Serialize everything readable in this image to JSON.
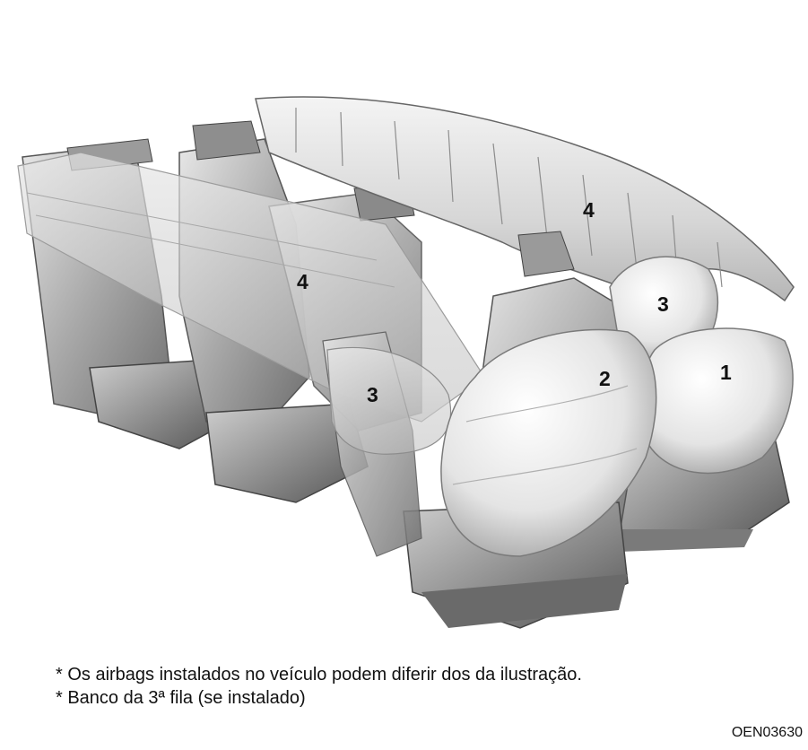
{
  "figure": {
    "callouts": {
      "side_curtain_top": "4",
      "side_curtain_rear": "4",
      "side_front_passenger": "3",
      "side_front_driver": "3",
      "driver_front": "2",
      "passenger_front": "1"
    }
  },
  "notes": {
    "line1": "* Os airbags instalados no veículo podem diferir dos da ilustração.",
    "line2": "* Banco da 3ª fila (se instalado)"
  },
  "image_code": "OEN03630"
}
